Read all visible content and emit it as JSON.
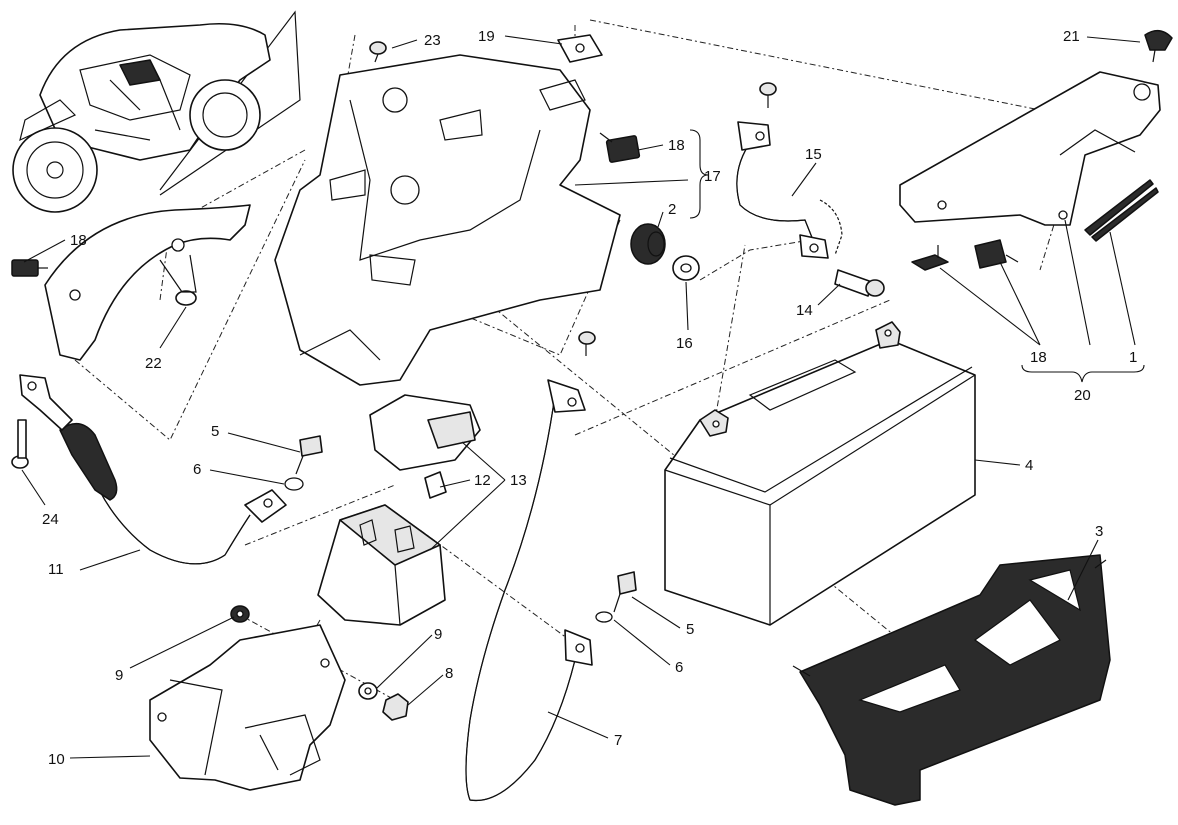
{
  "callouts": {
    "n1": "1",
    "n2": "2",
    "n3": "3",
    "n4": "4",
    "n5a": "5",
    "n5b": "5",
    "n6a": "6",
    "n6b": "6",
    "n7": "7",
    "n8": "8",
    "n9a": "9",
    "n9b": "9",
    "n10": "10",
    "n11": "11",
    "n12": "12",
    "n13": "13",
    "n14": "14",
    "n15": "15",
    "n16": "16",
    "n17": "17",
    "n18a": "18",
    "n18b": "18",
    "n18c": "18",
    "n19": "19",
    "n20": "20",
    "n21": "21",
    "n22": "22",
    "n23": "23",
    "n24": "24"
  },
  "colors": {
    "ink": "#111111",
    "fill_light": "#e6e6e6",
    "fill_dark": "#2b2b2b",
    "background": "#ffffff"
  }
}
